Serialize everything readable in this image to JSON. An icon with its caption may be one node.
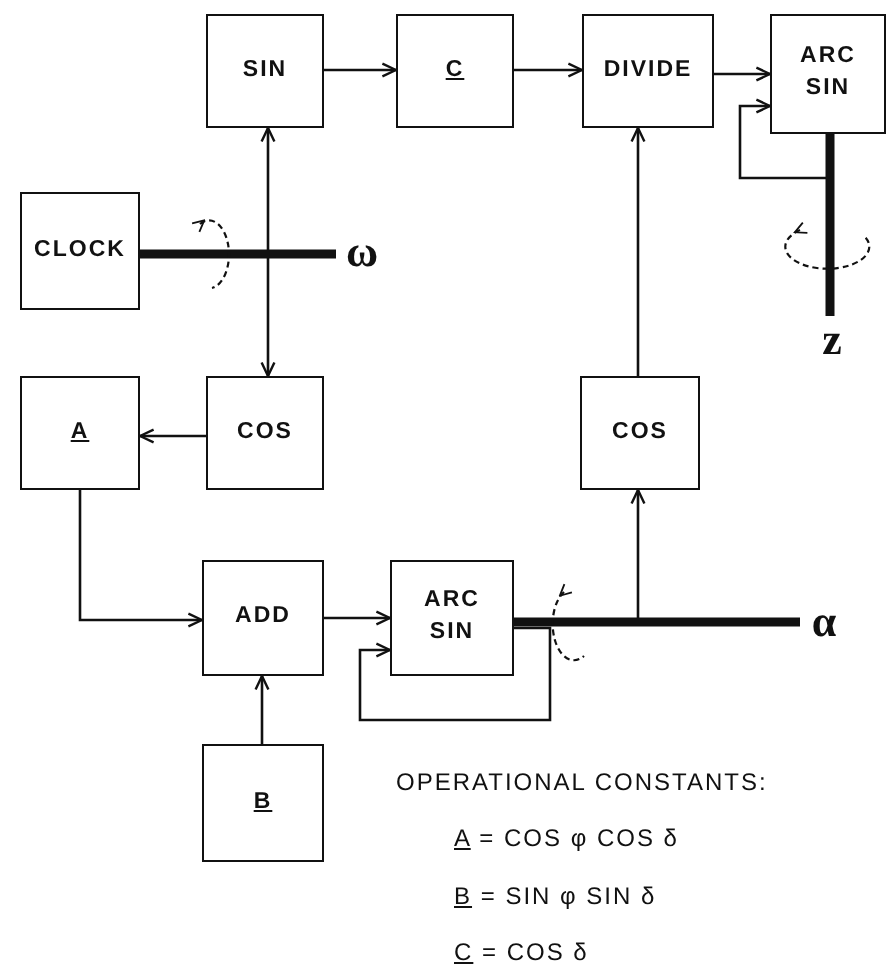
{
  "diagram": {
    "nodes": [
      {
        "text": [
          "SIN"
        ]
      },
      {
        "text": [
          "C"
        ]
      },
      {
        "text": [
          "DIVIDE"
        ]
      },
      {
        "text": [
          "ARC SIN"
        ]
      },
      {
        "text": [
          "CLOCK"
        ]
      },
      {
        "text": [
          "A"
        ]
      },
      {
        "text": [
          "COS"
        ]
      },
      {
        "text": [
          "COS"
        ]
      },
      {
        "text": [
          "ADD"
        ]
      },
      {
        "text": [
          "ARC SIN"
        ]
      },
      {
        "text": [
          "B"
        ]
      },
      {
        "text": [
          "ω"
        ]
      },
      {
        "text": [
          "z"
        ]
      },
      {
        "text": [
          "α"
        ]
      }
    ],
    "edges": [
      {
        "from": 0,
        "to": 1,
        "arrow": "to"
      },
      {
        "from": 1,
        "to": 2,
        "arrow": "to"
      },
      {
        "from": 2,
        "to": 3,
        "arrow": "to"
      },
      {
        "from": 4,
        "to": 0,
        "arrow": "to"
      },
      {
        "from": 4,
        "to": 6,
        "arrow": "to"
      },
      {
        "from": 4,
        "to": 11,
        "arrow": "none",
        "style": "thick"
      },
      {
        "from": 3,
        "to": 3,
        "arrow": "to"
      },
      {
        "from": 3,
        "to": 12,
        "arrow": "none",
        "style": "thick"
      },
      {
        "from": 6,
        "to": 5,
        "arrow": "to"
      },
      {
        "from": 5,
        "to": 8,
        "arrow": "to"
      },
      {
        "from": 10,
        "to": 8,
        "arrow": "to"
      },
      {
        "from": 8,
        "to": 9,
        "arrow": "to"
      },
      {
        "from": 9,
        "to": 9,
        "arrow": "to"
      },
      {
        "from": 9,
        "to": 7,
        "arrow": "to"
      },
      {
        "from": 9,
        "to": 13,
        "arrow": "none",
        "style": "thick"
      },
      {
        "from": 7,
        "to": 2,
        "arrow": "to"
      }
    ],
    "labels": [
      "OPERATIONAL CONSTANTS:",
      "A = COS φ COS δ",
      "B = SIN φ SIN δ",
      "C = COS δ"
    ]
  }
}
